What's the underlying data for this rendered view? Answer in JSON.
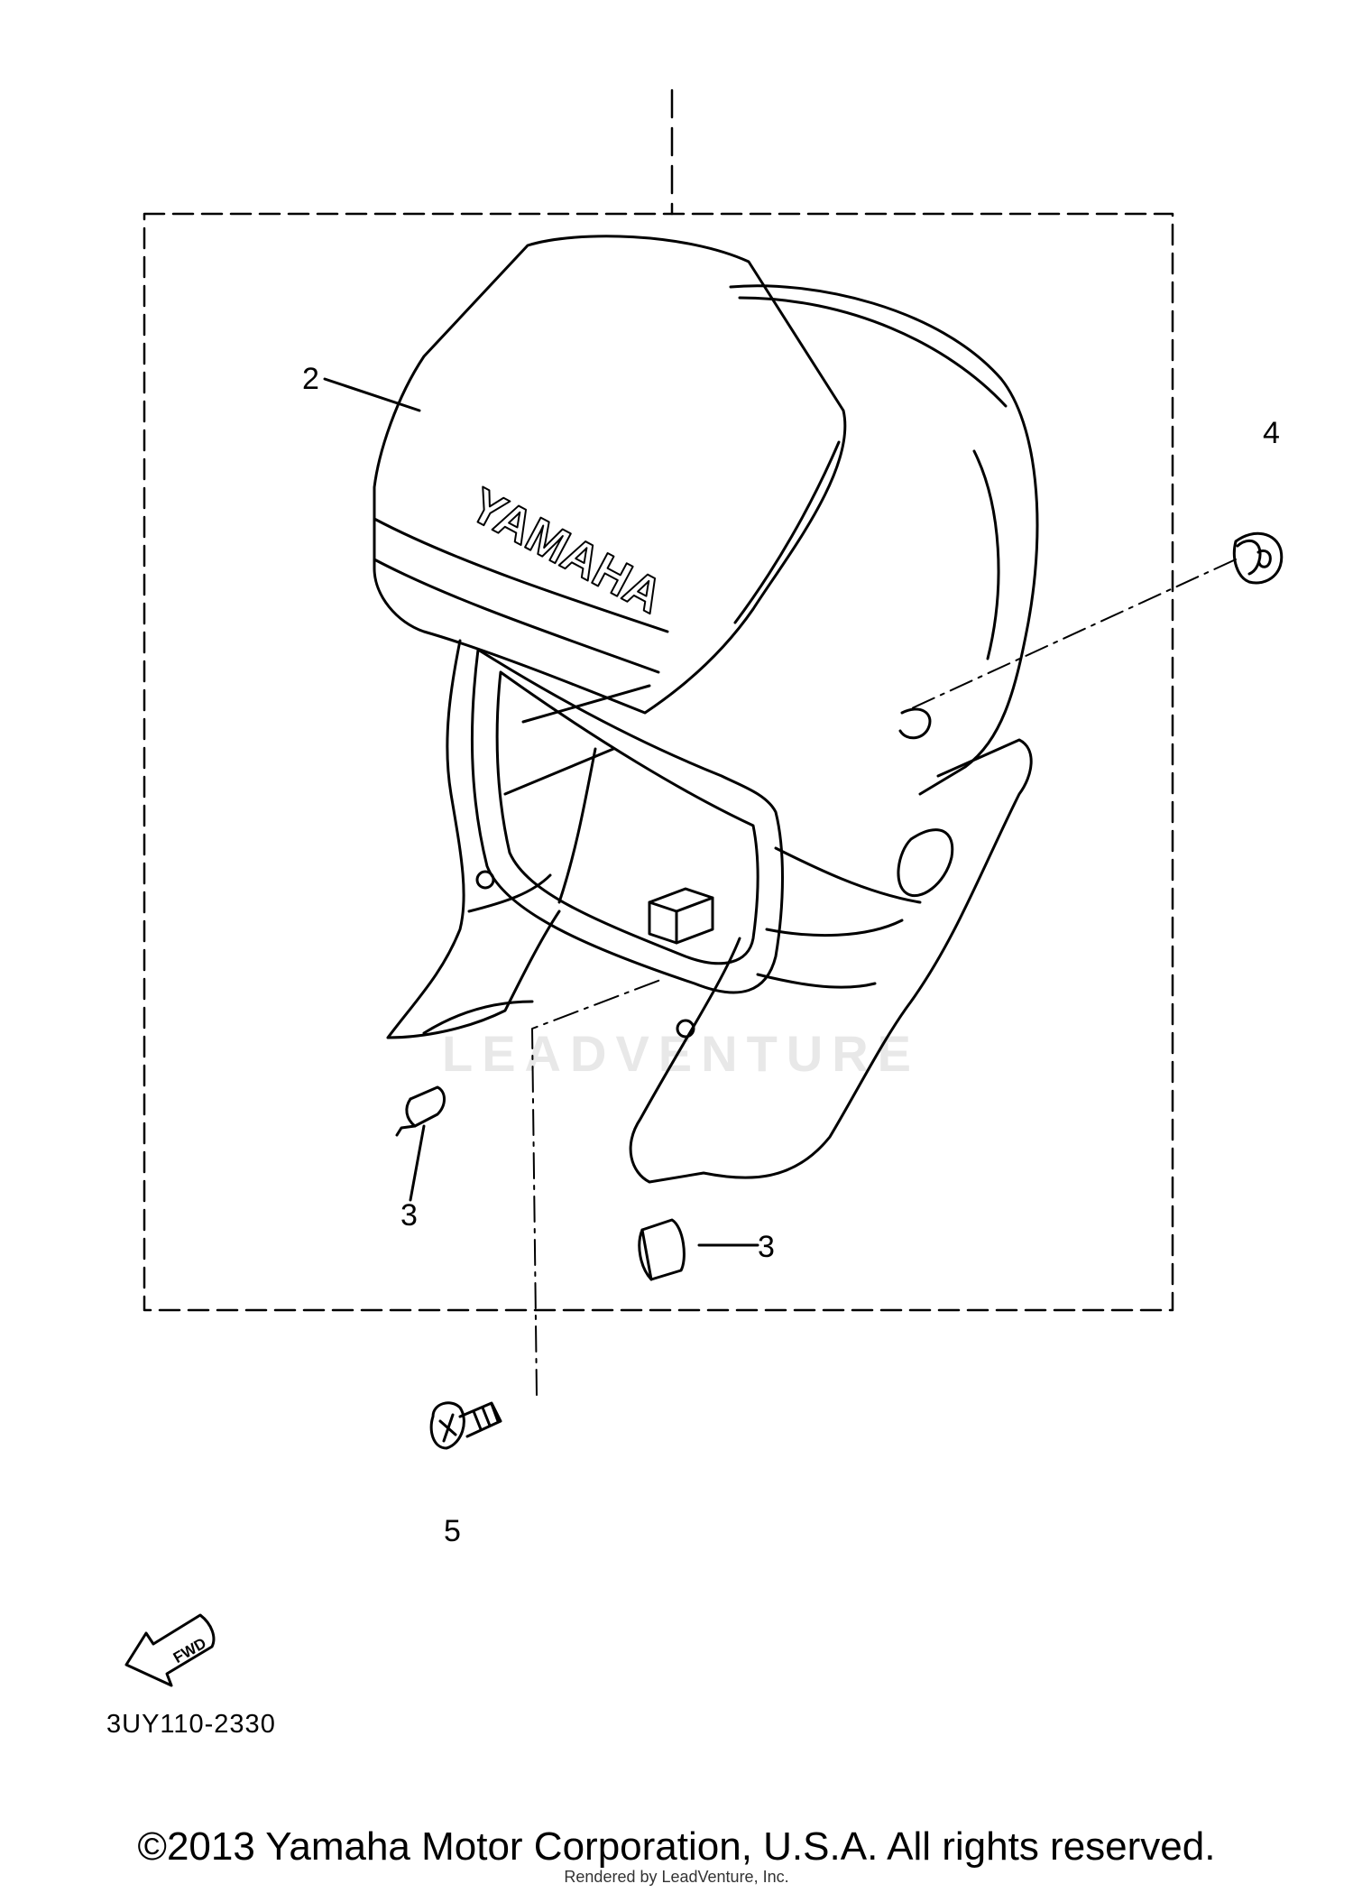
{
  "callouts": {
    "c2": "2",
    "c3a": "3",
    "c3b": "3",
    "c4": "4",
    "c5": "5"
  },
  "brand_decal": "YAMAHA",
  "fwd_label": "FWD",
  "part_code": "3UY110-2330",
  "watermark": "LEADVENTURE",
  "copyright": "©2013 Yamaha Motor Corporation, U.S.A. All rights reserved.",
  "rendered_by": "Rendered by LeadVenture, Inc."
}
